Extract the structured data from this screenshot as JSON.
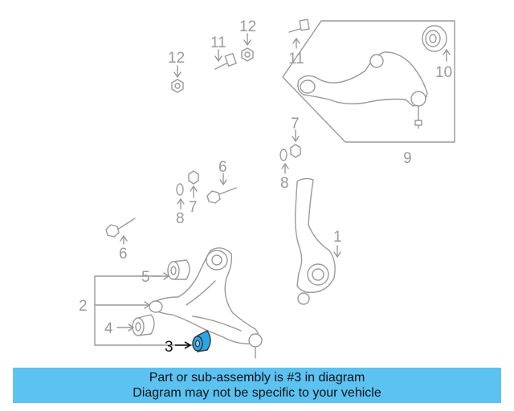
{
  "diagram": {
    "callouts": {
      "c1": "1",
      "c2": "2",
      "c3": "3",
      "c4": "4",
      "c5": "5",
      "c6a": "6",
      "c6b": "6",
      "c7a": "7",
      "c7b": "7",
      "c8a": "8",
      "c8b": "8",
      "c9": "9",
      "c10": "10",
      "c11a": "11",
      "c11b": "11",
      "c12a": "12",
      "c12b": "12"
    },
    "highlight_color": "#2aa7e8",
    "highlighted_part": "3"
  },
  "banner": {
    "line1": "Part or sub-assembly is #3 in diagram",
    "line2": "Diagram may not be specific to your vehicle",
    "color": "#5bc2f2"
  }
}
